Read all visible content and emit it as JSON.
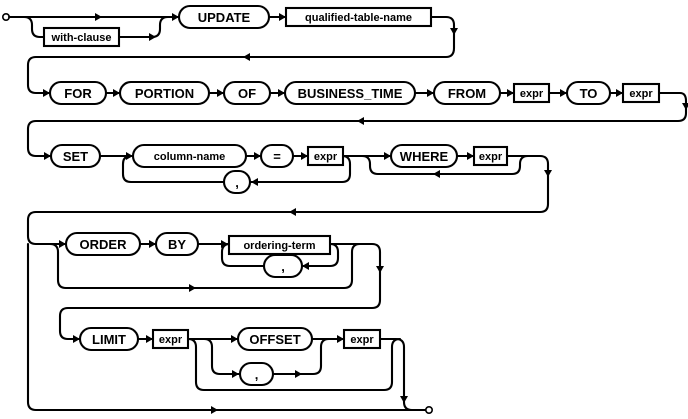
{
  "diagram": {
    "terminals": {
      "update": "UPDATE",
      "for": "FOR",
      "portion": "PORTION",
      "of": "OF",
      "business_time": "BUSINESS_TIME",
      "from": "FROM",
      "to": "TO",
      "set": "SET",
      "equals": "=",
      "comma_set": ",",
      "where": "WHERE",
      "order": "ORDER",
      "by": "BY",
      "comma_order": ",",
      "limit": "LIMIT",
      "offset": "OFFSET",
      "comma_limit": ","
    },
    "nonterminals": {
      "with_clause": "with-clause",
      "qualified_table_name": "qualified-table-name",
      "expr_from": "expr",
      "expr_to": "expr",
      "column_name": "column-name",
      "expr_set": "expr",
      "expr_where": "expr",
      "ordering_term": "ordering-term",
      "expr_limit": "expr",
      "expr_offset": "expr"
    }
  }
}
